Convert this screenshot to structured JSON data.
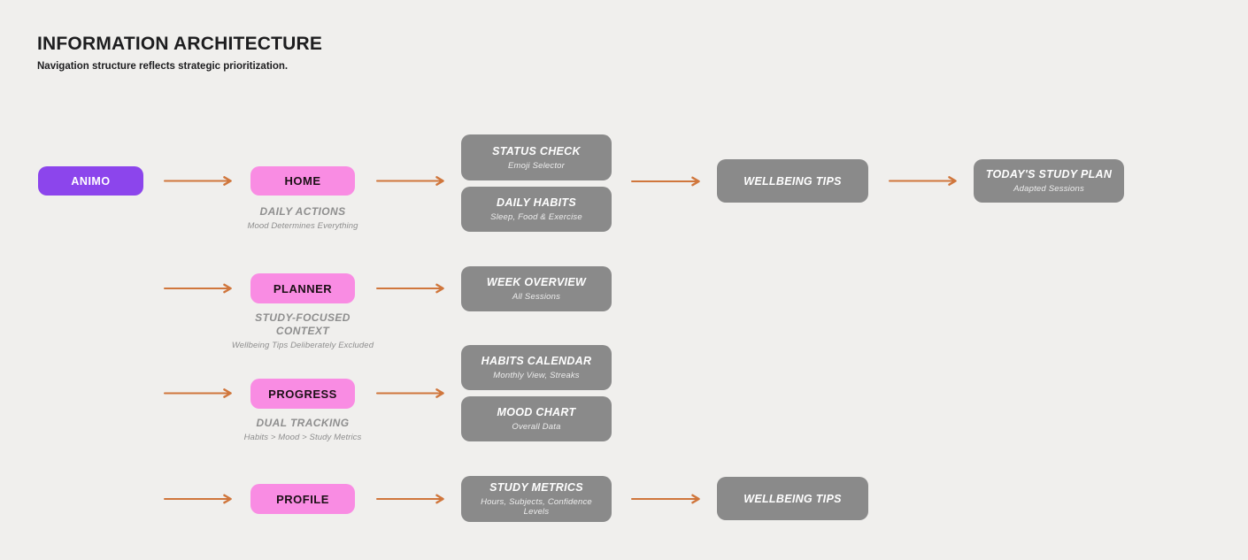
{
  "header": {
    "title": "INFORMATION ARCHITECTURE",
    "subtitle": "Navigation structure reflects strategic prioritization."
  },
  "colors": {
    "background": "#F0EFED",
    "brand_purple": "#8C45EC",
    "nav_pink": "#F98CE3",
    "screen_gray": "#8A8A8A",
    "arrow_orange": "#D0763C",
    "annotation_gray": "#8E8E8E",
    "heading_dark": "#1D1D1F",
    "pink_text_dark": "#1C1016",
    "screen_text": "#FFFFFF"
  },
  "flow": {
    "animo": {
      "label": "ANIMO"
    },
    "home": {
      "label": "HOME"
    },
    "home_note": {
      "title": "DAILY ACTIONS",
      "subtitle": "Mood Determines Everything"
    },
    "status_check": {
      "title": "STATUS CHECK",
      "subtitle": "Emoji Selector"
    },
    "daily_habits": {
      "title": "DAILY HABITS",
      "subtitle": "Sleep, Food & Exercise"
    },
    "wellbeing_tips_home": {
      "title": "WELLBEING TIPS"
    },
    "todays_study_plan": {
      "title": "TODAY'S STUDY PLAN",
      "subtitle": "Adapted Sessions"
    },
    "planner": {
      "label": "PLANNER"
    },
    "planner_note": {
      "title": "STUDY-FOCUSED CONTEXT",
      "subtitle": "Wellbeing Tips Deliberately Excluded"
    },
    "week_overview": {
      "title": "WEEK OVERVIEW",
      "subtitle": "All Sessions"
    },
    "progress": {
      "label": "PROGRESS"
    },
    "progress_note": {
      "title": "DUAL TRACKING",
      "subtitle": "Habits > Mood > Study Metrics"
    },
    "habits_calendar": {
      "title": "HABITS CALENDAR",
      "subtitle": "Monthly View, Streaks"
    },
    "mood_chart": {
      "title": "MOOD CHART",
      "subtitle": "Overall Data"
    },
    "profile": {
      "label": "PROFILE"
    },
    "study_metrics": {
      "title": "STUDY METRICS",
      "subtitle": "Hours, Subjects, Confidence Levels"
    },
    "wellbeing_tips_profile": {
      "title": "WELLBEING TIPS"
    }
  }
}
